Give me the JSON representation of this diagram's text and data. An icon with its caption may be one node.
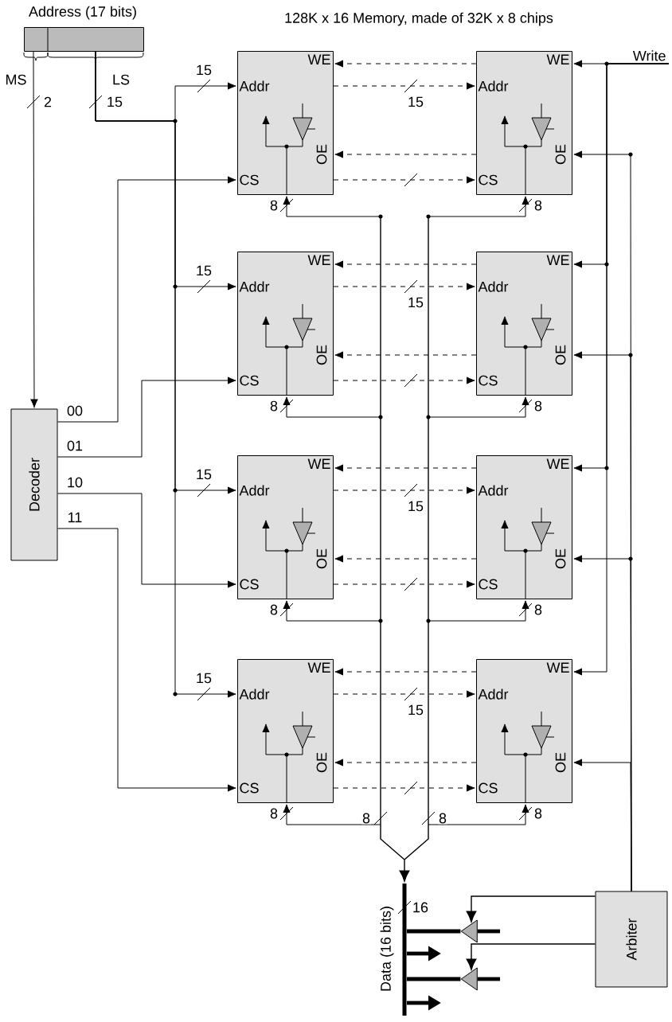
{
  "diagram": {
    "title": "128K x 16 Memory, made of 32K x 8 chips",
    "nodes": [
      {
        "text": [
          "Address (17 bits)"
        ]
      },
      {
        "text": [
          "Write"
        ]
      },
      {
        "text": [
          "WE",
          "Addr",
          "OE",
          "CS"
        ]
      },
      {
        "text": [
          "WE",
          "Addr",
          "OE",
          "CS"
        ]
      },
      {
        "text": [
          "WE",
          "Addr",
          "OE",
          "CS"
        ]
      },
      {
        "text": [
          "WE",
          "Addr",
          "OE",
          "CS"
        ]
      },
      {
        "text": [
          "WE",
          "Addr",
          "OE",
          "CS"
        ]
      },
      {
        "text": [
          "WE",
          "Addr",
          "OE",
          "CS"
        ]
      },
      {
        "text": [
          "WE",
          "Addr",
          "OE",
          "CS"
        ]
      },
      {
        "text": [
          "WE",
          "Addr",
          "OE",
          "CS"
        ]
      },
      {
        "text": [
          "Decoder"
        ]
      },
      {
        "text": [],
        "shape": "bar",
        "beside": [
          "Data (16 bits)"
        ]
      },
      {
        "text": [],
        "shape": "triangle"
      },
      {
        "text": [],
        "shape": "triangle"
      },
      {
        "text": [
          "Arbiter"
        ]
      }
    ],
    "edges": [
      {
        "from": 0,
        "to": 10,
        "arrow": "to",
        "label": "2"
      },
      {
        "from": 0,
        "to": 2,
        "arrow": "to",
        "label": "15"
      },
      {
        "from": 0,
        "to": 4,
        "arrow": "to",
        "label": "15"
      },
      {
        "from": 0,
        "to": 6,
        "arrow": "to",
        "label": "15"
      },
      {
        "from": 0,
        "to": 8,
        "arrow": "to",
        "label": "15"
      },
      {
        "from": 10,
        "to": 2,
        "arrow": "to",
        "label": "00"
      },
      {
        "from": 10,
        "to": 4,
        "arrow": "to",
        "label": "01"
      },
      {
        "from": 10,
        "to": 6,
        "arrow": "to",
        "label": "10"
      },
      {
        "from": 10,
        "to": 8,
        "arrow": "to",
        "label": "11"
      },
      {
        "from": 2,
        "to": 3,
        "arrow": "to",
        "style": "dashed",
        "label": "15"
      },
      {
        "from": 4,
        "to": 5,
        "arrow": "to",
        "style": "dashed",
        "label": "15"
      },
      {
        "from": 6,
        "to": 7,
        "arrow": "to",
        "style": "dashed",
        "label": "15"
      },
      {
        "from": 8,
        "to": 9,
        "arrow": "to",
        "style": "dashed",
        "label": "15"
      },
      {
        "from": 2,
        "to": 3,
        "arrow": "to",
        "style": "dashed"
      },
      {
        "from": 4,
        "to": 5,
        "arrow": "to",
        "style": "dashed"
      },
      {
        "from": 6,
        "to": 7,
        "arrow": "to",
        "style": "dashed"
      },
      {
        "from": 8,
        "to": 9,
        "arrow": "to",
        "style": "dashed"
      },
      {
        "from": 1,
        "to": 3,
        "arrow": "to"
      },
      {
        "from": 1,
        "to": 5,
        "arrow": "to"
      },
      {
        "from": 1,
        "to": 7,
        "arrow": "to"
      },
      {
        "from": 1,
        "to": 9,
        "arrow": "to"
      },
      {
        "from": 3,
        "to": 2,
        "arrow": "to",
        "style": "dashed"
      },
      {
        "from": 5,
        "to": 4,
        "arrow": "to",
        "style": "dashed"
      },
      {
        "from": 7,
        "to": 6,
        "arrow": "to",
        "style": "dashed"
      },
      {
        "from": 9,
        "to": 8,
        "arrow": "to",
        "style": "dashed"
      },
      {
        "from": 14,
        "to": 3,
        "arrow": "to"
      },
      {
        "from": 14,
        "to": 5,
        "arrow": "to"
      },
      {
        "from": 14,
        "to": 7,
        "arrow": "to"
      },
      {
        "from": 14,
        "to": 9,
        "arrow": "to"
      },
      {
        "from": 3,
        "to": 2,
        "arrow": "to",
        "style": "dashed"
      },
      {
        "from": 5,
        "to": 4,
        "arrow": "to",
        "style": "dashed"
      },
      {
        "from": 7,
        "to": 6,
        "arrow": "to",
        "style": "dashed"
      },
      {
        "from": 9,
        "to": 8,
        "arrow": "to",
        "style": "dashed"
      },
      {
        "from": 2,
        "to": 11,
        "arrow": "both",
        "label": "8"
      },
      {
        "from": 3,
        "to": 11,
        "arrow": "both",
        "label": "8"
      },
      {
        "from": 4,
        "to": 11,
        "arrow": "both",
        "label": "8"
      },
      {
        "from": 5,
        "to": 11,
        "arrow": "both",
        "label": "8"
      },
      {
        "from": 6,
        "to": 11,
        "arrow": "both",
        "label": "8"
      },
      {
        "from": 7,
        "to": 11,
        "arrow": "both",
        "label": "8"
      },
      {
        "from": 8,
        "to": 11,
        "arrow": "both",
        "label": "8"
      },
      {
        "from": 9,
        "to": 11,
        "arrow": "both",
        "label": "8"
      },
      {
        "from": 14,
        "to": 12,
        "arrow": "to"
      },
      {
        "from": 14,
        "to": 13,
        "arrow": "to"
      },
      {
        "from": 12,
        "to": 11,
        "arrow": "none",
        "style": "thick"
      },
      {
        "from": 13,
        "to": 11,
        "arrow": "none",
        "style": "thick"
      },
      {
        "from": null,
        "to": 12,
        "arrow": "none",
        "style": "thick"
      },
      {
        "from": null,
        "to": 13,
        "arrow": "none",
        "style": "thick"
      },
      {
        "from": 11,
        "to": null,
        "arrow": "to",
        "style": "thick"
      },
      {
        "from": 11,
        "to": null,
        "arrow": "to",
        "style": "thick"
      }
    ],
    "labels": [
      "MS",
      "LS",
      "15",
      "8",
      "8",
      "16"
    ]
  }
}
